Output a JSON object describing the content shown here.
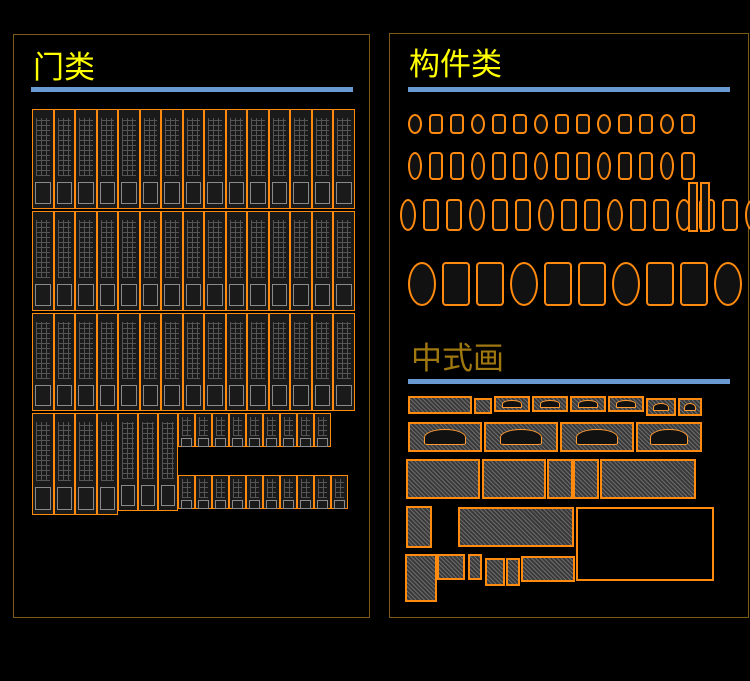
{
  "left_panel": {
    "title": "门类",
    "title_color": "#ffff00"
  },
  "right_panel": {
    "components_title": "构件类",
    "components_title_color": "#ffff00",
    "paintings_title": "中式画",
    "paintings_title_color": "#a07810"
  },
  "colors": {
    "outline": "#ff8a10",
    "rule": "#6a9ad2",
    "frame": "#7a5a14"
  }
}
